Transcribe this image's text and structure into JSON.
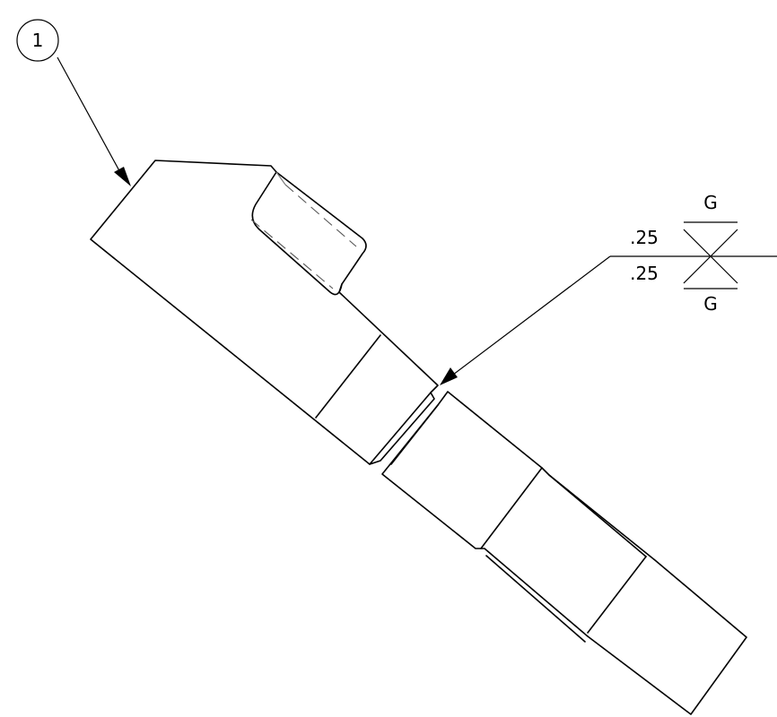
{
  "balloon": {
    "item_number": "1"
  },
  "weld_symbol": {
    "arrow_side_size": ".25",
    "other_side_size": ".25",
    "arrow_side_finish": "G",
    "other_side_finish": "G",
    "weld_type": "double-v-groove"
  },
  "colors": {
    "line": "#000000",
    "background": "#ffffff",
    "hidden_line": "#555555"
  }
}
